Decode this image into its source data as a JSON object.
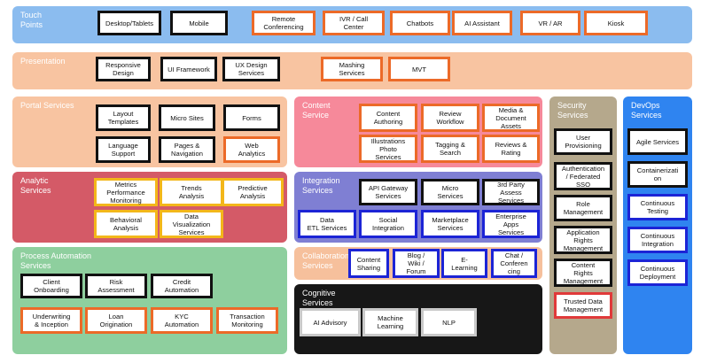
{
  "colors": {
    "touch_points": "#8bbcef",
    "presentation": "#f8c4a1",
    "portal": "#f8c4a1",
    "content": "#f6899a",
    "analytic": "#d45a67",
    "integration": "#7f7fd3",
    "collaboration": "#f6c09c",
    "process": "#8ecf9e",
    "cognitive": "#171717",
    "security": "#b5a88c",
    "devops": "#2f84f0",
    "border_black": "#111111",
    "border_orange": "#ec6a28",
    "border_yellow": "#f3b71a",
    "border_blue": "#1c24d6",
    "border_red": "#e03a3a"
  },
  "sections": {
    "touch_points": {
      "title": "Touch\nPoints",
      "items": [
        "Desktop/Tablets",
        "Mobile",
        "Remote\nConferencing",
        "IVR / Call\nCenter",
        "Chatbots",
        "AI Assistant",
        "VR / AR",
        "Kiosk"
      ]
    },
    "presentation": {
      "title": "Presentation",
      "items": [
        "Responsive\nDesign",
        "UI Framework",
        "UX Design\nServices",
        "Mashing\nServices",
        "MVT"
      ]
    },
    "portal": {
      "title": "Portal Services",
      "items": [
        "Layout\nTemplates",
        "Micro Sites",
        "Forms",
        "Language\nSupport",
        "Pages &\nNavigation",
        "Web\nAnalytics"
      ]
    },
    "content": {
      "title": "Content\nService",
      "items": [
        "Content\nAuthoring",
        "Review\nWorkflow",
        "Media &\nDocument\nAssets",
        "Illustrations\nPhoto\nServices",
        "Tagging &\nSearch",
        "Reviews &\nRating"
      ]
    },
    "analytic": {
      "title": "Analytic\nServices",
      "items": [
        "Metrics\nPerformance\nMonitoring",
        "Trends\nAnalysis",
        "Predictive\nAnalysis",
        "Behavioral\nAnalysis",
        "Data\nVisualization\nServices"
      ]
    },
    "integration": {
      "title": "Integration\nServices",
      "items": [
        "API Gateway\nServices",
        "Micro\nServices",
        "3rd Party\nAssess\nServices",
        "Data\nETL Services",
        "Social\nIntegration",
        "Marketplace\nServices",
        "Enterprise\nApps\nServices"
      ]
    },
    "collaboration": {
      "title": "Collaboration\nServices",
      "items": [
        "Content\nSharing",
        "Blog /\nWiki /\nForum",
        "E-\nLearning",
        "Chat /\nConferen\ncing"
      ]
    },
    "process": {
      "title": "Process Automation\nServices",
      "items": [
        "Client\nOnboarding",
        "Risk\nAssessment",
        "Credit\nAutomation",
        "Underwriting\n& Inception",
        "Loan\nOrigination",
        "KYC\nAutomation",
        "Transaction\nMonitoring"
      ]
    },
    "cognitive": {
      "title": "Cognitive\nServices",
      "items": [
        "AI Advisory",
        "Machine\nLearning",
        "NLP"
      ]
    },
    "security": {
      "title": "Security\nServices",
      "items": [
        "User\nProvisioning",
        "Authentication\n/ Federated\nSSO",
        "Role\nManagement",
        "Application\nRights\nManagement",
        "Content\nRights\nManagement",
        "Trusted Data\nManagement"
      ]
    },
    "devops": {
      "title": "DevOps\nServices",
      "items": [
        "Agile Services",
        "Containerizati\non",
        "Continuous\nTesting",
        "Continuous\nIntegration",
        "Continuous\nDeployment"
      ]
    }
  }
}
